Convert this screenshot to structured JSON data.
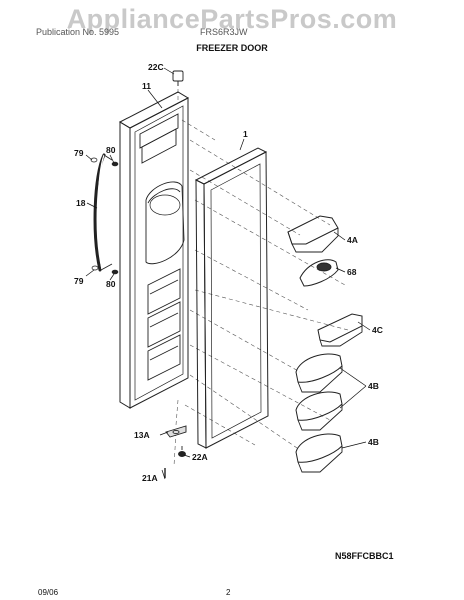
{
  "watermark": "AppliancePartsPros.com",
  "header": {
    "left_text": "Publication No. 5995",
    "right_text": "FRS6R3JW",
    "title": "FREEZER DOOR"
  },
  "callouts": {
    "c22c": "22C",
    "c11": "11",
    "c1": "1",
    "c79a": "79",
    "c80a": "80",
    "c18": "18",
    "c79b": "79",
    "c80b": "80",
    "c4a": "4A",
    "c68": "68",
    "c4c": "4C",
    "c4b1": "4B",
    "c4b2": "4B",
    "c13a": "13A",
    "c22a": "22A",
    "c21a": "21A"
  },
  "model_code": "N58FFCBBC1",
  "footer": {
    "date": "09/06",
    "page": "2"
  }
}
